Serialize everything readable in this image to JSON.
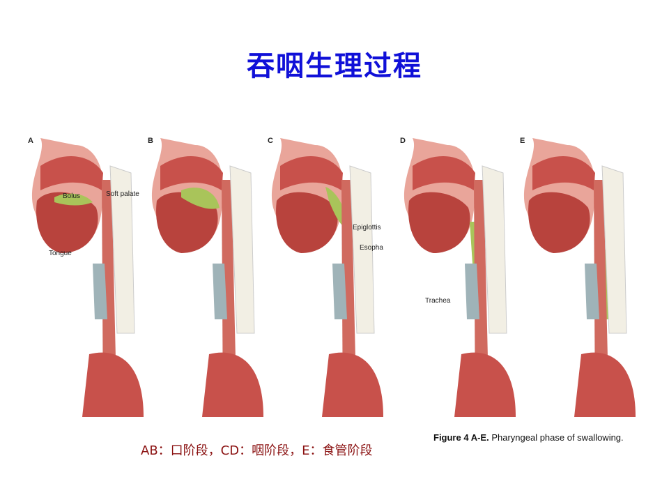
{
  "slide": {
    "title": "吞咽生理过程",
    "caption": "AB：口阶段，CD：咽阶段，E：食管阶段"
  },
  "figure": {
    "panels": [
      {
        "letter": "A",
        "labels": [
          "Bolus",
          "Soft palate",
          "Tongue"
        ]
      },
      {
        "letter": "B",
        "labels": []
      },
      {
        "letter": "C",
        "labels": [
          "Epiglottis",
          "Esopha"
        ]
      },
      {
        "letter": "D",
        "labels": [
          "Trachea"
        ]
      },
      {
        "letter": "E",
        "labels": []
      }
    ],
    "caption_bold": "Figure 4 A-E.",
    "caption_rest": " Pharyngeal phase of swallowing."
  },
  "colors": {
    "title": "#1010d8",
    "caption": "#8a1010",
    "tissue": "#c8514b",
    "tissue_light": "#e9a59a",
    "bolus": "#a9c45a",
    "bone": "#f2efe4",
    "trachea": "#9fb3b8"
  }
}
